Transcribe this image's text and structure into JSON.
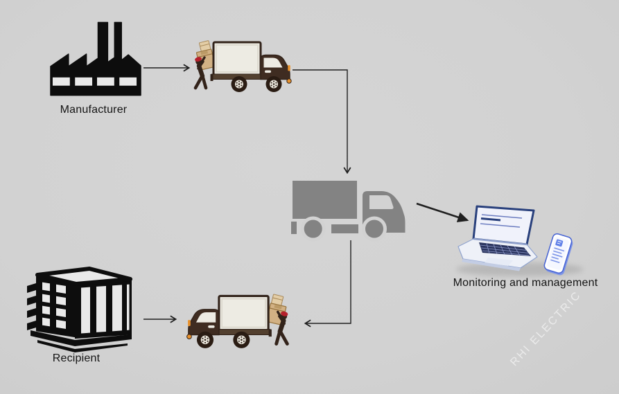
{
  "diagram": {
    "background_color": "#d2d2d2",
    "watermark": {
      "text": "RHI ELECTRIC"
    },
    "nodes": {
      "manufacturer": {
        "label": "Manufacturer",
        "icon": "factory-icon"
      },
      "loading_truck": {
        "icon": "truck-loading-icon"
      },
      "transport_truck": {
        "icon": "transport-truck-icon"
      },
      "monitoring": {
        "label": "Monitoring and management",
        "icon": "laptop-phone-icon"
      },
      "unloading_truck": {
        "icon": "truck-unloading-icon"
      },
      "recipient": {
        "label": "Recipient",
        "icon": "building-icon"
      }
    },
    "connections": [
      {
        "from": "manufacturer",
        "to": "loading_truck",
        "style": "thin-arrow"
      },
      {
        "from": "loading_truck",
        "to": "transport_truck",
        "style": "thin-elbow-arrow"
      },
      {
        "from": "transport_truck",
        "to": "monitoring",
        "style": "bold-arrow"
      },
      {
        "from": "transport_truck",
        "to": "unloading_truck",
        "style": "thin-elbow-arrow"
      },
      {
        "from": "recipient",
        "to": "unloading_truck",
        "style": "thin-arrow"
      }
    ],
    "colors": {
      "icon_black": "#0d0d0d",
      "truck_cab_brown": "#3f2c21",
      "truck_box_cream": "#edebe3",
      "truck_chassis_brown": "#53402f",
      "worker_body": "#33231a",
      "worker_cap_red": "#b5202c",
      "carton_tan": "#d2b184",
      "transport_truck_gray": "#838383",
      "laptop_navy": "#29407c",
      "arrow_black": "#1f1f1f",
      "label_text": "#141414"
    }
  }
}
